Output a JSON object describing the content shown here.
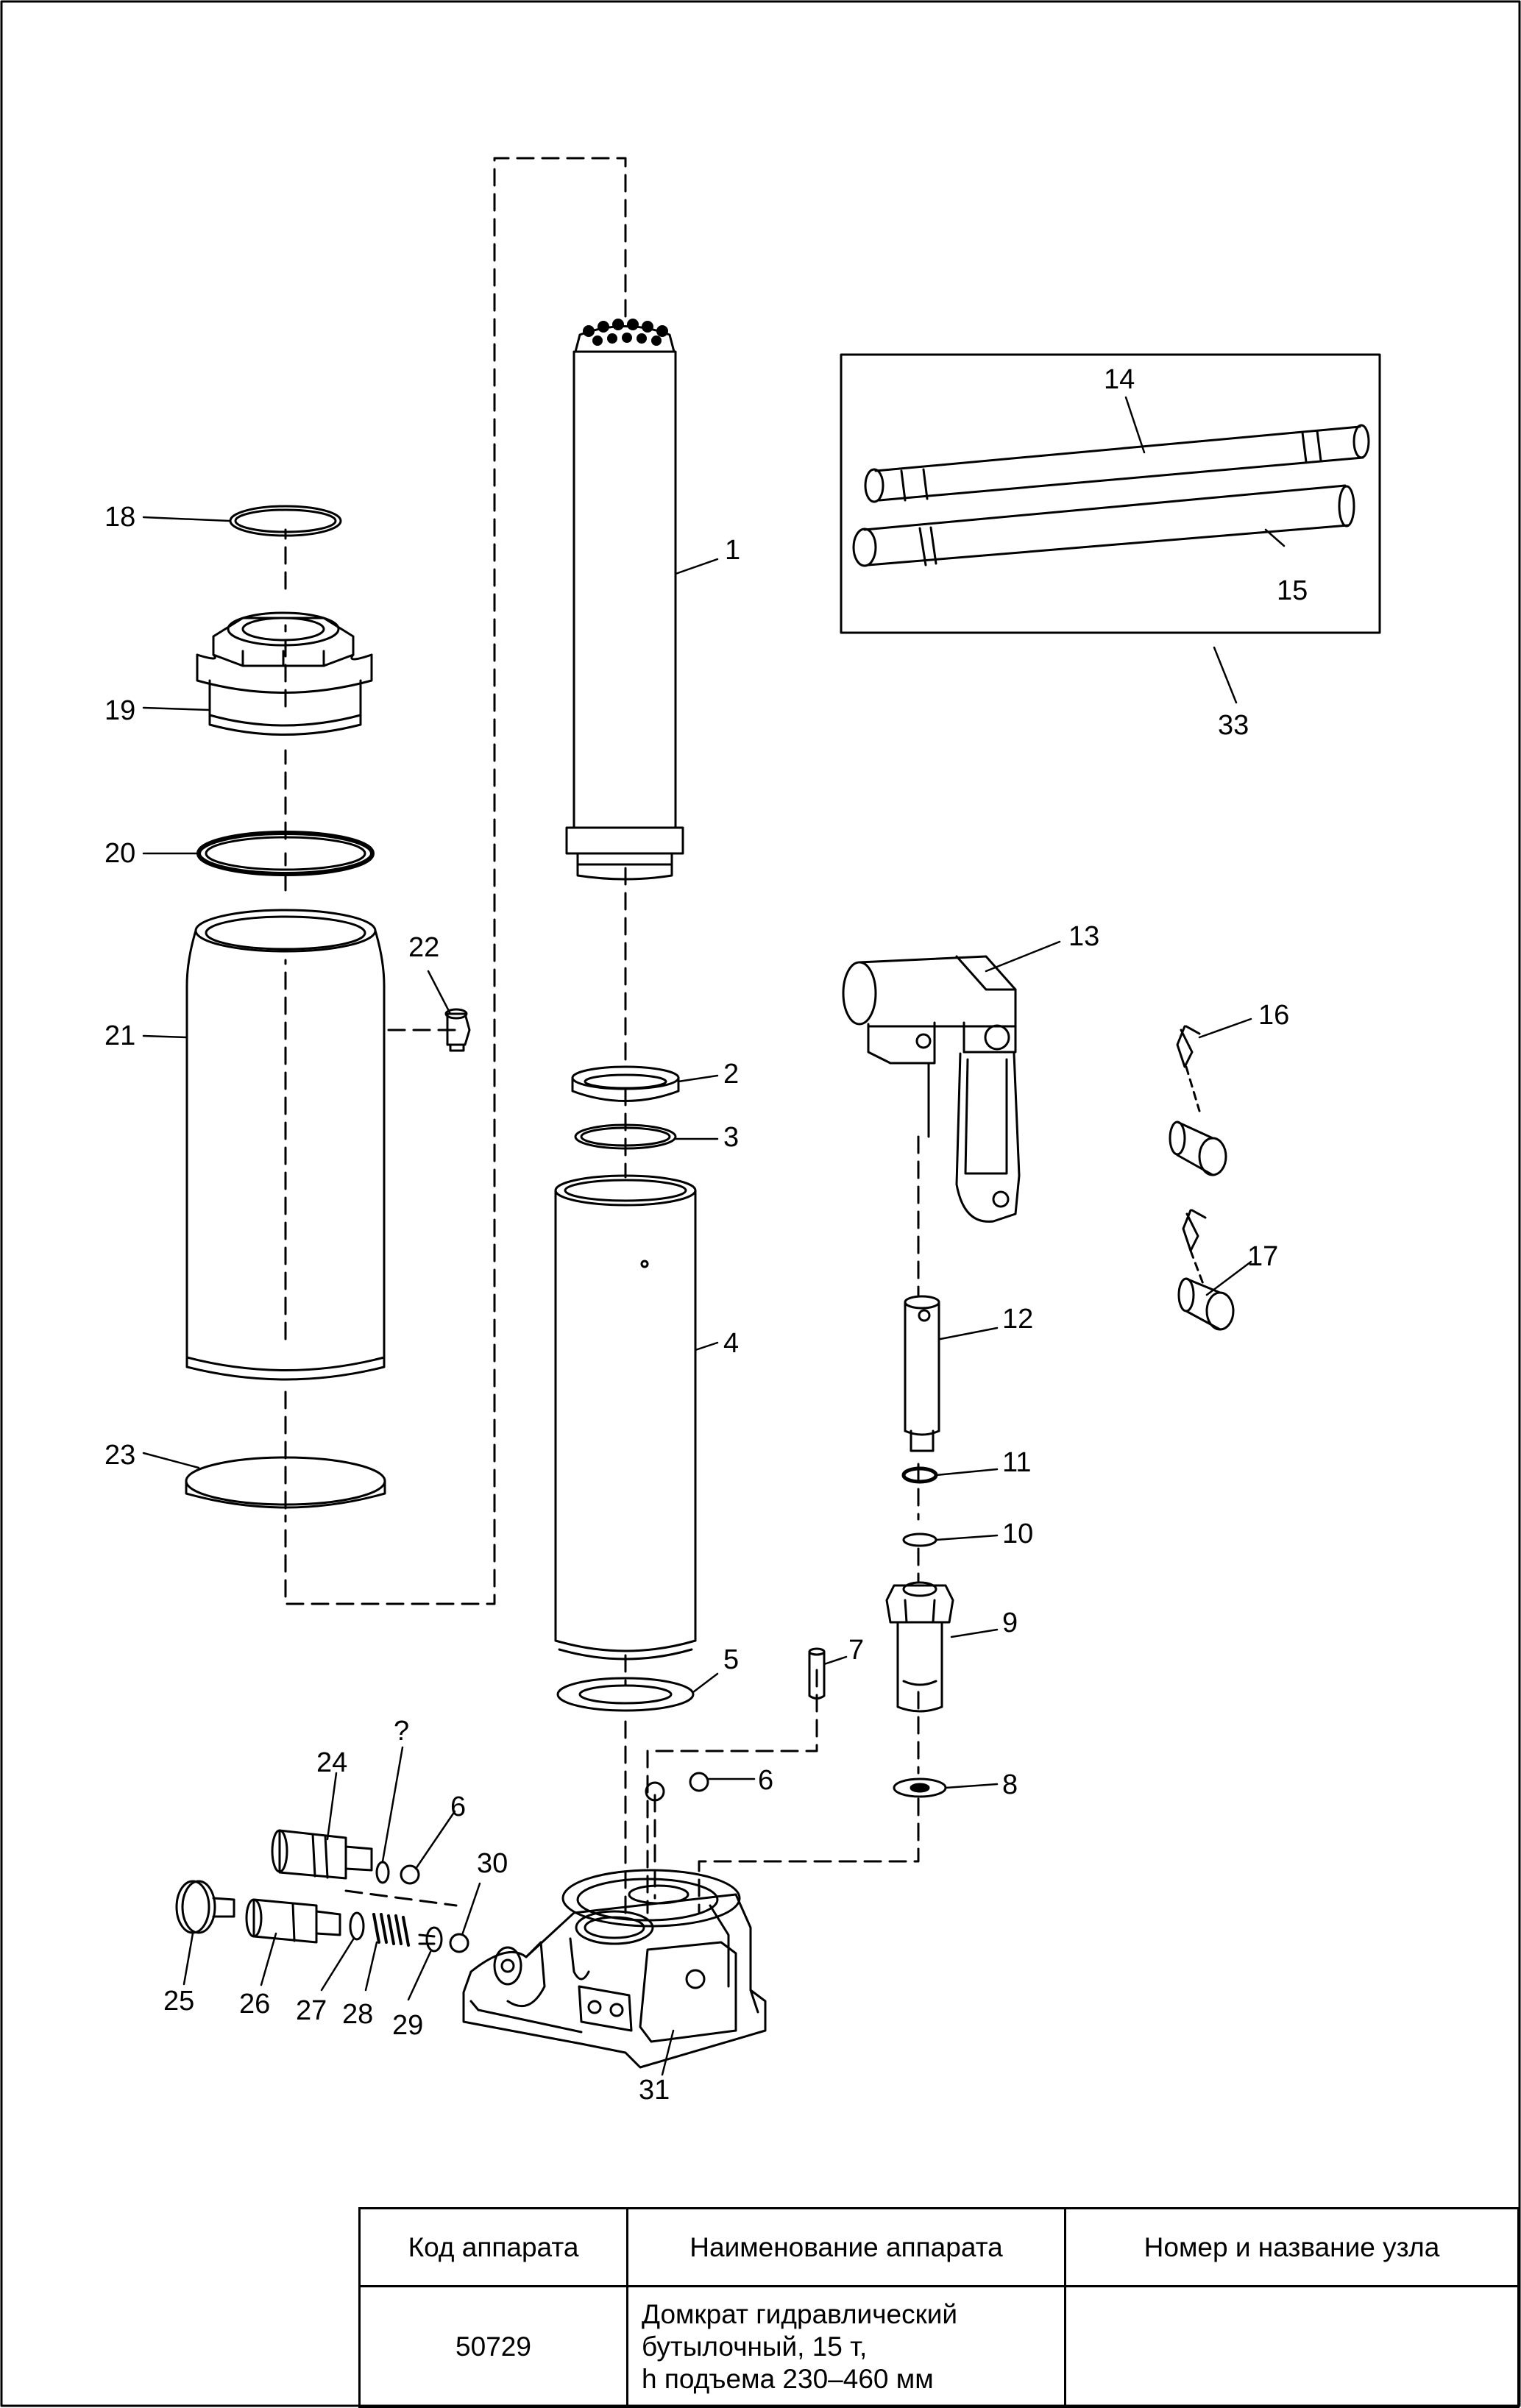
{
  "callouts": {
    "p1": "1",
    "p2": "2",
    "p3": "3",
    "p4": "4",
    "p5": "5",
    "p6a": "6",
    "p6b": "6",
    "p7": "7",
    "p8": "8",
    "p9": "9",
    "p10": "10",
    "p11": "11",
    "p12": "12",
    "p13": "13",
    "p14": "14",
    "p15": "15",
    "p16": "16",
    "p17": "17",
    "p18": "18",
    "p19": "19",
    "p20": "20",
    "p21": "21",
    "p22": "22",
    "p23": "23",
    "p24": "24",
    "p25": "25",
    "p26": "26",
    "p27": "27",
    "p28": "28",
    "p29": "29",
    "p30": "30",
    "p31": "31",
    "p33": "33",
    "unknown": "?"
  },
  "table": {
    "headers": {
      "code": "Код аппарата",
      "name": "Наименование аппарата",
      "node": "Номер и название узла"
    },
    "row": {
      "code": "50729",
      "name_lines": [
        "Домкрат гидравлический",
        "бутылочный, 15 т,",
        "h подъема 230–460 мм"
      ],
      "node": ""
    }
  }
}
